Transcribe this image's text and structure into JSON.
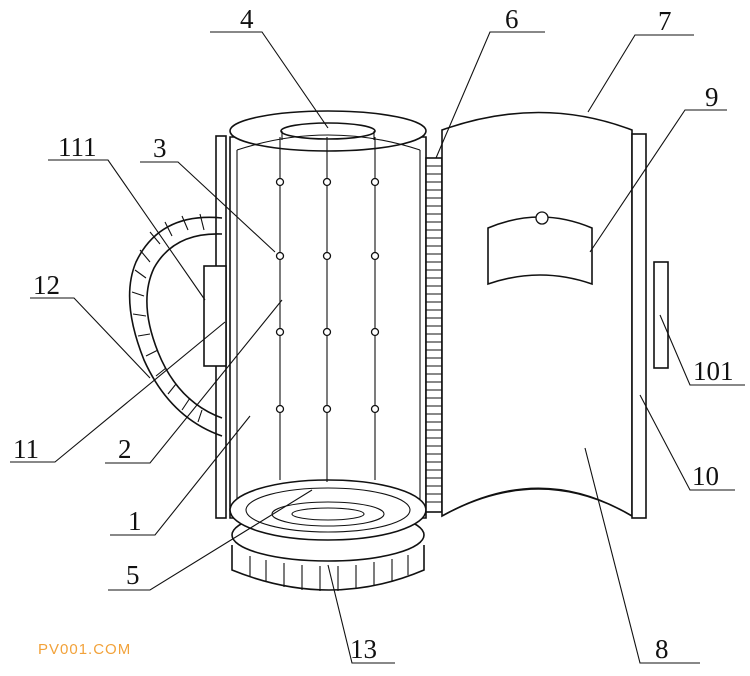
{
  "watermark": "PV001.COM",
  "callouts": {
    "c1": "1",
    "c2": "2",
    "c3": "3",
    "c4": "4",
    "c5": "5",
    "c6": "6",
    "c7": "7",
    "c8": "8",
    "c9": "9",
    "c10": "10",
    "c101": "101",
    "c11": "11",
    "c111": "111",
    "c12": "12",
    "c13": "13"
  },
  "colors": {
    "line": "#111111",
    "background": "#ffffff",
    "watermark": "#f2a23a"
  }
}
